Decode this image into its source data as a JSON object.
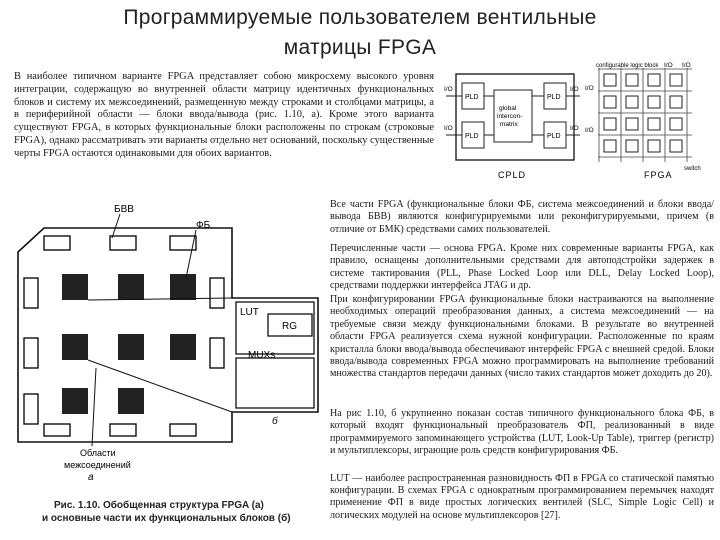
{
  "title": {
    "line1": "Программируемые пользователем вентильные",
    "line2": "матрицы FPGA"
  },
  "intro_text": "В наиболее типичном варианте FPGA представляет собою микросхему высокого уровня интеграции, содержащую во внутренней области матрицу идентичных функциональных блоков и систему их межсоединений, размещенную между строками и столбцами матрицы, а в периферийной области — блоки ввода/вывода (рис. 1.10, а). Кроме этого варианта существуют FPGA, в которых функциональные блоки расположены по строкам (строковые FPGA), однако рассматривать эти варианты отдельно нет оснований, поскольку существенные черты FPGA остаются одинаковыми для обоих вариантов.",
  "right_figure": {
    "top_label_1": "configurable logic block",
    "top_label_2": "I/O",
    "pld_label": "PLD",
    "center_label_1": "global",
    "center_label_2": "intercon-",
    "center_label_3": "matrix",
    "io_label": "I/O",
    "switch_label": "switch",
    "cpld_label": "CPLD",
    "fpga_label": "FPGA"
  },
  "left_figure": {
    "bbv_label": "БВВ",
    "fb_label": "ФБ",
    "lut_label": "LUT",
    "rg_label": "RG",
    "muxs_label": "MUXs",
    "b_label": "б",
    "area_label_1": "Области",
    "area_label_2": "межсоединений",
    "a_label": "а",
    "caption_1": "Рис. 1.10. Обобщенная структура FPGA (а)",
    "caption_2": "и основные части их функциональных блоков (б)"
  },
  "paragraphs": [
    "Все части FPGA (функциональные блоки ФБ, система межсоединений и блоки ввода/вывода БВВ) являются конфигурируемыми или реконфигурируемыми, причем (в отличие от БМК) средствами самих пользователей.",
    "Перечисленные части — основа FPGA. Кроме них современные варианты FPGA, как правило, оснащены дополнительными средствами для автоподстройки задержек в системе тактирования (PLL, Phase Locked Loop или DLL, Delay Locked Loop), средствами поддержки интерфейса JTAG и др.",
    "При конфигурировании FPGA функциональные блоки настраиваются на выполнение необходимых операций преобразования данных, а система межсоединений — на требуемые связи между функциональными блоками. В результате во внутренней области FPGA реализуется схема нужной конфигурации. Расположенные по краям кристалла блоки ввода/вывода обеспечивают интерфейс FPGA с внешней средой. Блоки ввода/вывода современных FPGA можно программировать на выполнение требований множества стандартов передачи данных (число таких стандартов может доходить до 20).",
    "На рис 1.10, б укрупненно показан состав типичного функционального блока ФБ, в который входят функциональный преобразователь ФП, реализованный в виде программируемого запоминающего устройства (LUT, Look-Up Table), триггер (регистр) и мультиплексоры, играющие роль средств конфигурирования ФБ.",
    "LUT — наиболее распространенная разновидность ФП в FPGA со статической памятью конфигурации. В схемах FPGA с однократным программированием перемычек находят применение ФП в виде простых логических вентилей (SLC, Simple Logic Cell) и логических модулей на основе мультиплексоров [27]."
  ]
}
